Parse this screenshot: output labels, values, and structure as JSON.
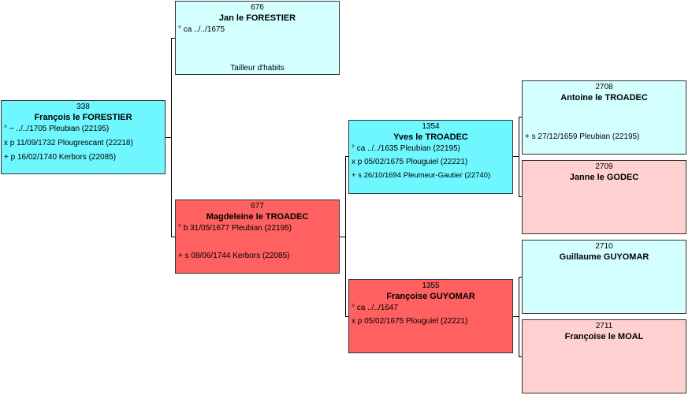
{
  "persons": {
    "p338": {
      "sosa": "338",
      "name": "François le FORESTIER",
      "birth": "° ~ ../../1705 Pleubian (22195)",
      "marriage": "x p 11/09/1732 Plougrescant (22218)",
      "death": "+ p 16/02/1740 Kerbors (22085)"
    },
    "p676": {
      "sosa": "676",
      "name": "Jan le FORESTIER",
      "birth": "° ca ../../1675",
      "occupation": "Tailleur d'habits"
    },
    "p677": {
      "sosa": "677",
      "name": "Magdeleine le TROADEC",
      "birth": "° b 31/05/1677 Pleubian (22195)",
      "death": "+ s 08/06/1744 Kerbors (22085)"
    },
    "p1354": {
      "sosa": "1354",
      "name": "Yves le TROADEC",
      "birth": "° ca ../../1635 Pleubian (22195)",
      "marriage": "x p 05/02/1675 Plouguiel (22221)",
      "death": "+ s 26/10/1694 Pleumeur-Gautier (22740)"
    },
    "p1355": {
      "sosa": "1355",
      "name": "Françoise GUYOMAR",
      "birth": "° ca ../../1647",
      "marriage": "x p 05/02/1675 Plouguiel (22221)"
    },
    "p2708": {
      "sosa": "2708",
      "name": "Antoine le TROADEC",
      "death": "+ s 27/12/1659 Pleubian (22195)"
    },
    "p2709": {
      "sosa": "2709",
      "name": "Janne le GODEC"
    },
    "p2710": {
      "sosa": "2710",
      "name": "Guillaume GUYOMAR"
    },
    "p2711": {
      "sosa": "2711",
      "name": "Françoise le MOAL"
    }
  },
  "colors": {
    "male_main": "#6ff7ff",
    "male_light": "#d4ffff",
    "female_main": "#ff6060",
    "female_light": "#ffd0d0"
  }
}
